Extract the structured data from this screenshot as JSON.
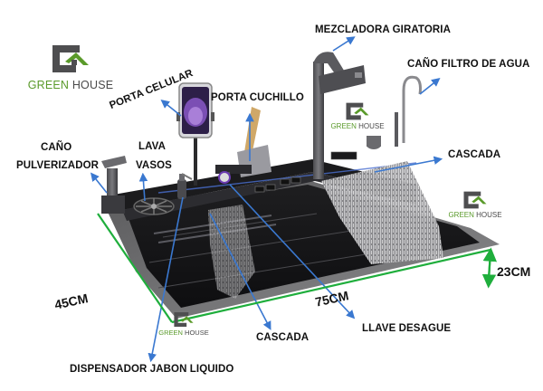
{
  "product": {
    "brand_logo": {
      "text_green": "GREEN",
      "text_gray": " HOUSE",
      "icon": "green-house-logo-icon"
    },
    "watermarks": [
      {
        "text_green": "GREEN",
        "text_gray": " HOUSE"
      },
      {
        "text_green": "GREEN",
        "text_gray": " HOUSE"
      },
      {
        "text_green": "GREEN",
        "text_gray": " HOUSE"
      }
    ]
  },
  "labels": {
    "porta_celular": "PORTA CELULAR",
    "porta_cuchillo": "PORTA CUCHILLO",
    "mezcladora": "MEZCLADORA GIRATORIA",
    "cano_filtro": "CAÑO FILTRO DE AGUA",
    "cano_line1": "CAÑO",
    "cano_line2": "PULVERIZADOR",
    "lava_line1": "LAVA",
    "lava_line2": "VASOS",
    "cascada_right": "CASCADA",
    "cascada_bottom": "CASCADA",
    "llave_desague": "LLAVE DESAGUE",
    "dispensador": "DISPENSADOR JABON LIQUIDO"
  },
  "dimensions": {
    "depth": "45CM",
    "width": "75CM",
    "height": "23CM"
  },
  "colors": {
    "arrow": "#3a78d0",
    "dimension_line": "#1fae3c",
    "sink_body": "#2a2a2c",
    "sink_rim": "#6e6e70",
    "brand_green": "#5a9a2a",
    "brand_gray": "#4a4a4a"
  }
}
